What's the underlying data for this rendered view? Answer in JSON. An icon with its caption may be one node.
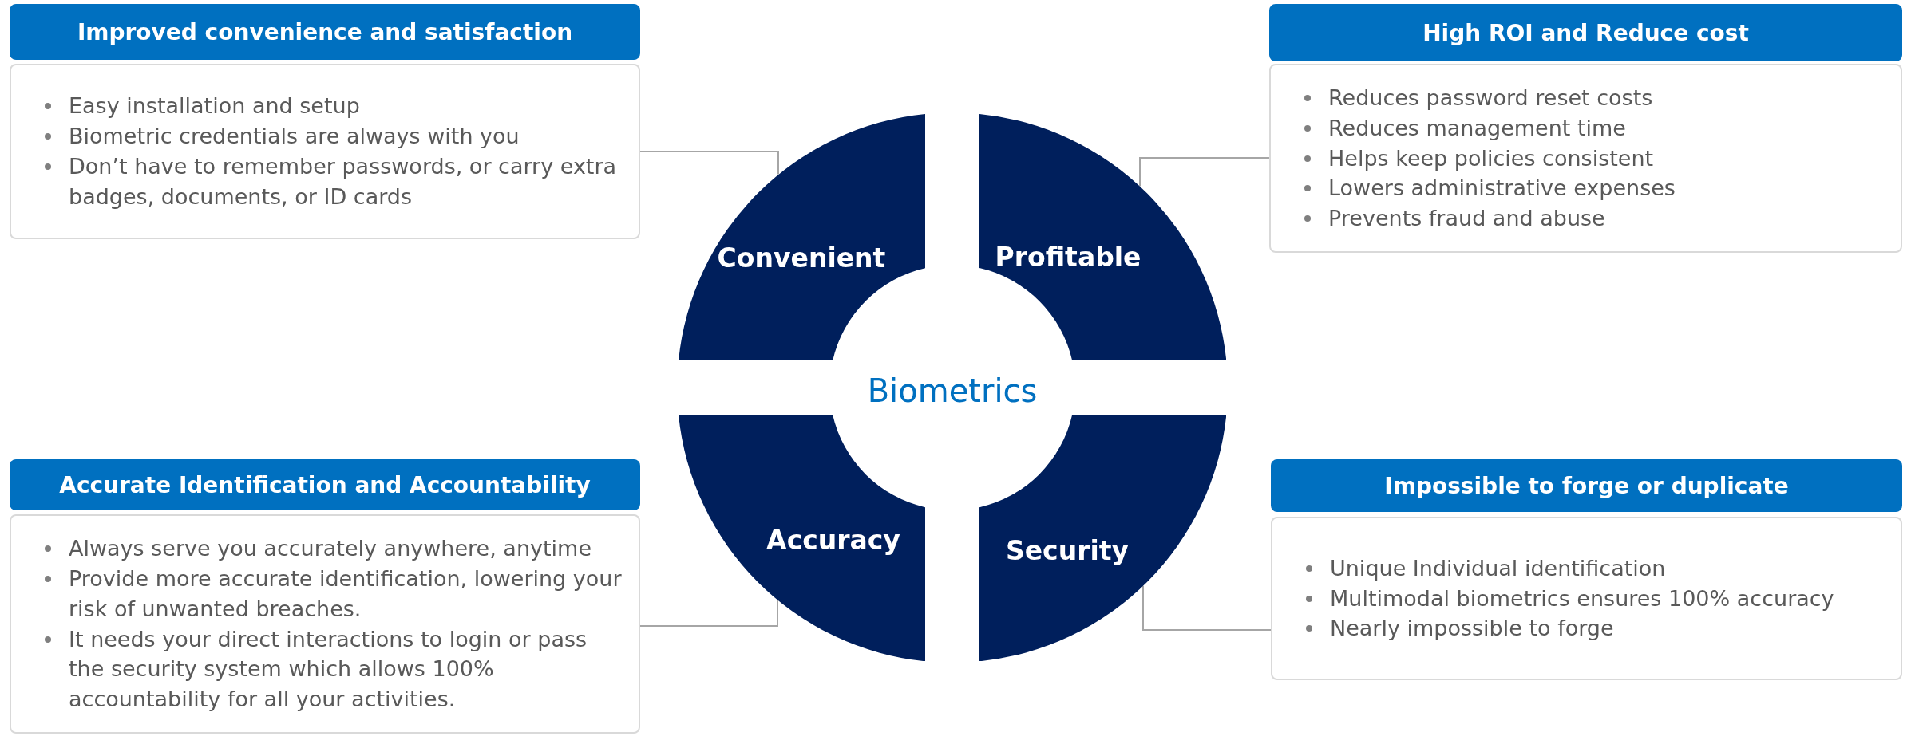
{
  "diagram": {
    "nodes": [
      {
        "text": [
          "Improved convenience and satisfaction"
        ]
      },
      {
        "text": [
          "Easy installation and setup",
          "Biometric credentials are always with you",
          "Don’t have to remember passwords, or carry extra badges, documents, or ID cards"
        ]
      },
      {
        "text": [
          "Convenient"
        ]
      },
      {
        "text": [
          "High ROI and Reduce cost"
        ]
      },
      {
        "text": [
          "Reduces password reset costs",
          "Reduces management time",
          "Helps keep policies consistent",
          "Lowers administrative expenses",
          "Prevents fraud and abuse"
        ]
      },
      {
        "text": [
          "Profitable"
        ]
      },
      {
        "text": [
          "Accurate Identification and Accountability"
        ]
      },
      {
        "text": [
          "Always serve you accurately anywhere, anytime",
          "Provide more accurate identification, lowering your risk of unwanted breaches.",
          "It needs your direct interactions to login or pass the security system which allows 100% accountability for all your activities."
        ]
      },
      {
        "text": [
          "Accuracy"
        ]
      },
      {
        "text": [
          "Impossible to forge or duplicate"
        ]
      },
      {
        "text": [
          "Unique Individual identification",
          "Multimodal biometrics ensures 100% accuracy",
          "Nearly impossible to forge"
        ]
      },
      {
        "text": [
          "Security"
        ]
      }
    ],
    "edges": [
      {
        "from": 1,
        "to": 2,
        "arrow": "none"
      },
      {
        "from": 4,
        "to": 5,
        "arrow": "none"
      },
      {
        "from": 7,
        "to": 8,
        "arrow": "none"
      },
      {
        "from": 10,
        "to": 11,
        "arrow": "none"
      }
    ],
    "labels": [
      "Biometrics"
    ]
  }
}
